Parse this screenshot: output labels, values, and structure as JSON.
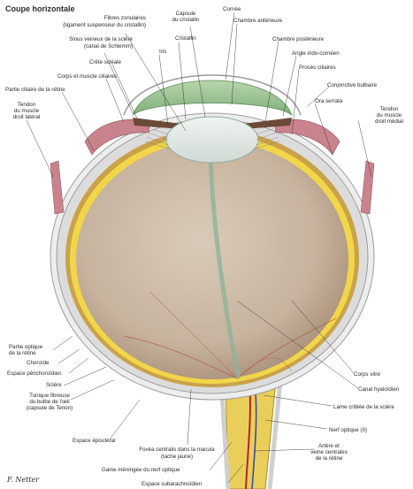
{
  "title": "Coupe horizontale",
  "labels": {
    "fibres_zonulaires_1": "Fibres zonulaires",
    "fibres_zonulaires_2": "(ligament suspenseur du cristallin)",
    "capsule_1": "Capsule",
    "capsule_2": "du cristallin",
    "cornee": "Cornée",
    "chambre_anterieure": "Chambre antérieure",
    "sinus_1": "Sinus veineux de la sclère",
    "sinus_2": "(canal de Schlemm)",
    "cristallin": "Cristallin",
    "iris": "Iris",
    "chambre_posterieure": "Chambre postérieure",
    "crete_scleale": "Crête scléale",
    "angle_irido_corneen": "Angle irido-cornéen",
    "corps_muscle_ciliaires": "Corps et muscle ciliaires",
    "proces_ciliaires": "Procès ciliaires",
    "partie_ciliaire_retine": "Partie ciliaire de la rétine",
    "conjonctive_bulbaire": "Conjonctive bulbaire",
    "tendon_lateral_1": "Tendon",
    "tendon_lateral_2": "du muscle",
    "tendon_lateral_3": "droit latéral",
    "ora_serrata": "Ora serrata",
    "tendon_medial_1": "Tendon",
    "tendon_medial_2": "du muscle",
    "tendon_medial_3": "droit médial",
    "partie_optique_1": "Partie optique",
    "partie_optique_2": "de la rétine",
    "choroide": "Choroïde",
    "espace_perichoroidien": "Espace périchoroïdien",
    "sclere": "Sclère",
    "tunique_1": "Tunique fibreuse",
    "tunique_2": "du bulbe de l'œil",
    "tunique_3": "(capsule de Tenon)",
    "espace_episcleral": "Espace épiscléral",
    "fovea_1": "Fovéa centralis dans la macula",
    "fovea_2": "(tache jaune)",
    "gaine_meningee": "Gaine méningée du nerf optique",
    "espace_subarachnoidien": "Espace subarachnoïdien",
    "corps_vitre": "Corps vitré",
    "canal_hyaloidien": "Canal hyaloïdien",
    "lame_criblee": "Lame criblée de la sclère",
    "nerf_optique": "Nerf optique (II)",
    "artere_1": "Artère et",
    "artere_2": "veine centrales",
    "artere_3": "de la rétine"
  },
  "signature": "F. Netter",
  "colors": {
    "sclera": "#dcdcdc",
    "retina_yellow": "#f2d64a",
    "choroid": "#c9a24a",
    "vitreous": "#c9b8a6",
    "cornea": "#a9cba0",
    "lens": "#e6ece8",
    "ciliary": "#c9838d",
    "optic_nerve": "#e9cf5a",
    "vessels": "#b8232a"
  }
}
